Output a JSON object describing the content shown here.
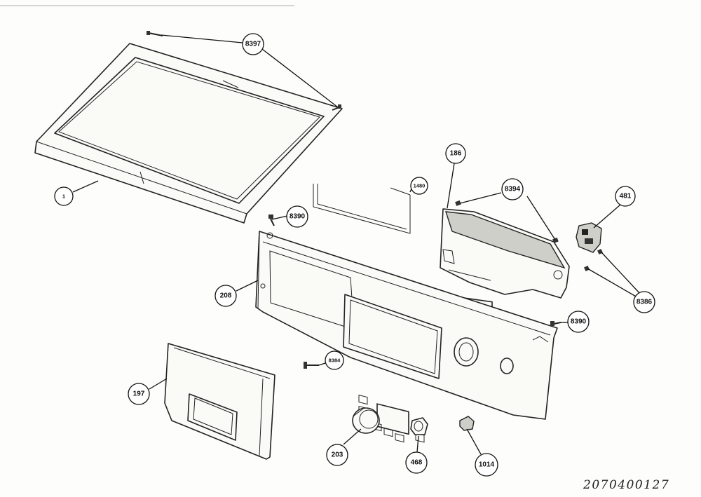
{
  "drawing_number": "2070400127",
  "callouts": {
    "c8397": "8397",
    "c1": "1",
    "c186": "186",
    "c1480": "1480",
    "c8394": "8394",
    "c481": "481",
    "c8390a": "8390",
    "c8390b": "8390",
    "c208": "208",
    "c8386": "8386",
    "c8384": "8384",
    "c197": "197",
    "c203": "203",
    "c468": "468",
    "c1014": "1014"
  }
}
